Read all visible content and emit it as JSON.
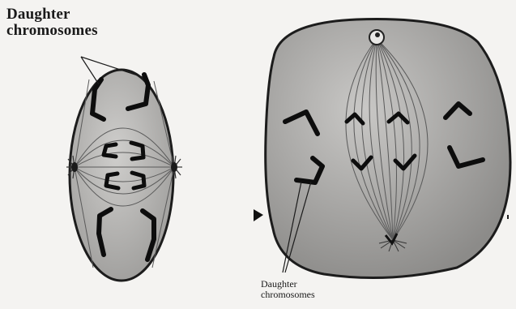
{
  "labels": {
    "left": {
      "line1": "Daughter",
      "line2": "chromosomes"
    },
    "right": {
      "line1": "Daughter",
      "line2": "chromosomes"
    }
  },
  "colors": {
    "background": "#f4f3f1",
    "cell_fill": "#b9b8b6",
    "cell_outline": "#1c1c1c",
    "chromosome": "#0d0d0d",
    "spindle_fiber": "#5a5a5a",
    "ink": "#1a1a1a"
  },
  "icons": [
    "arrow-marker-icon"
  ]
}
